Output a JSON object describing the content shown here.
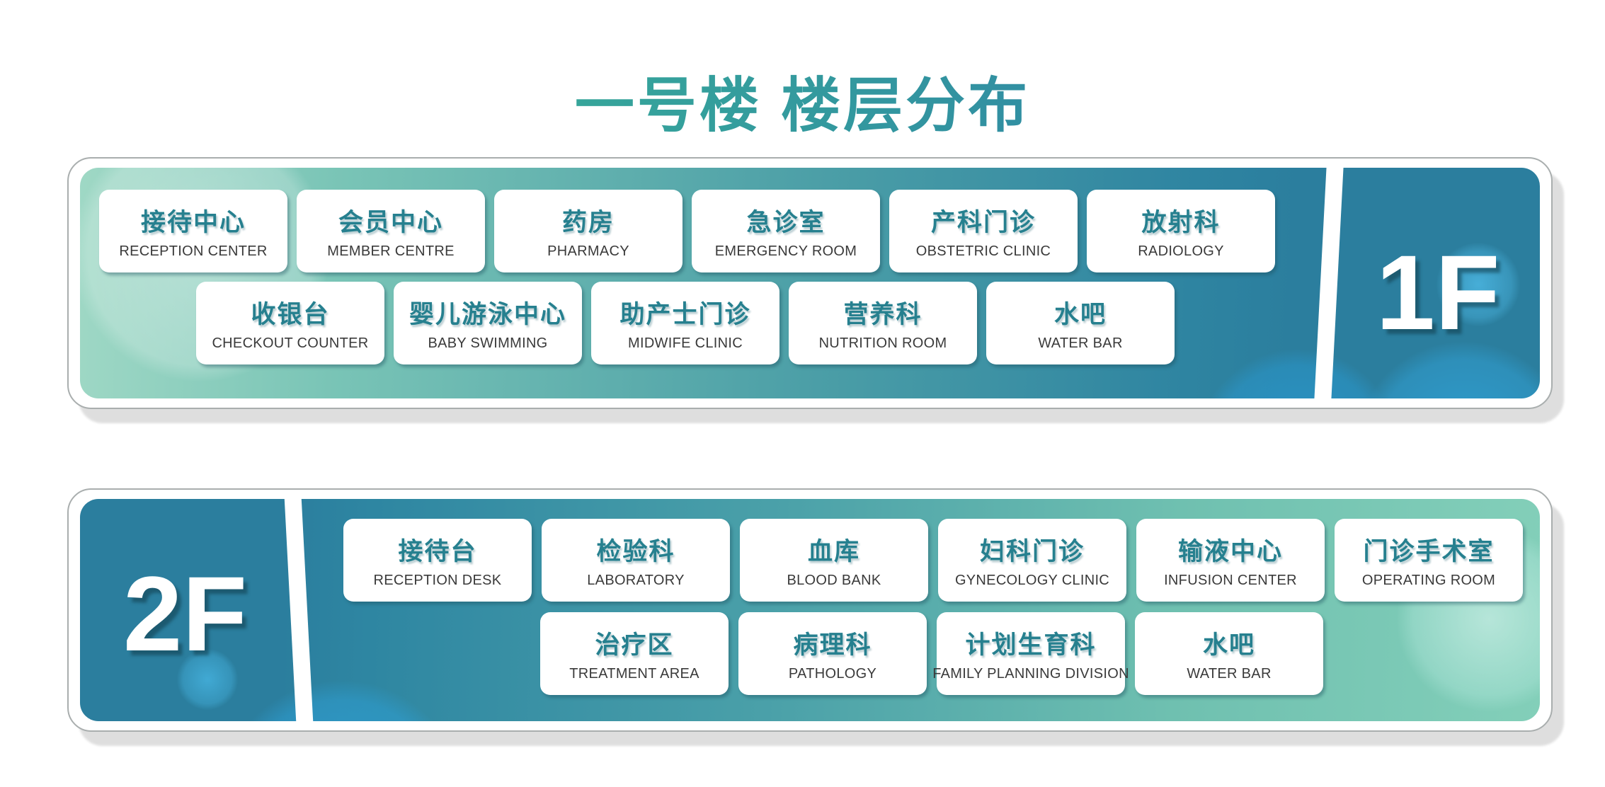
{
  "title": "一号楼 楼层分布",
  "colors": {
    "title_gradient_start": "#3ab993",
    "title_gradient_end": "#2d7ba9",
    "floor_block": "#2b7e9e",
    "panel_gradient_light_mint": "#9fd8c5",
    "panel_gradient_dark_teal": "#2b7e9e",
    "decor_blob_blue": "#2f9fd0",
    "card_background": "#ffffff",
    "card_zh_text": "#26808f",
    "card_en_text": "#3a3a3a",
    "floor_label_text": "#ffffff"
  },
  "floors": [
    {
      "label": "1F",
      "rows": [
        [
          {
            "zh": "接待中心",
            "en": "RECEPTION CENTER"
          },
          {
            "zh": "会员中心",
            "en": "MEMBER CENTRE"
          },
          {
            "zh": "药房",
            "en": "PHARMACY"
          },
          {
            "zh": "急诊室",
            "en": "EMERGENCY ROOM"
          },
          {
            "zh": "产科门诊",
            "en": "OBSTETRIC CLINIC"
          },
          {
            "zh": "放射科",
            "en": "RADIOLOGY"
          }
        ],
        [
          {
            "zh": "收银台",
            "en": "CHECKOUT COUNTER"
          },
          {
            "zh": "婴儿游泳中心",
            "en": "BABY SWIMMING"
          },
          {
            "zh": "助产士门诊",
            "en": "MIDWIFE CLINIC"
          },
          {
            "zh": "营养科",
            "en": "NUTRITION ROOM"
          },
          {
            "zh": "水吧",
            "en": "WATER BAR"
          }
        ]
      ]
    },
    {
      "label": "2F",
      "rows": [
        [
          {
            "zh": "接待台",
            "en": "RECEPTION DESK"
          },
          {
            "zh": "检验科",
            "en": "LABORATORY"
          },
          {
            "zh": "血库",
            "en": "BLOOD BANK"
          },
          {
            "zh": "妇科门诊",
            "en": "GYNECOLOGY CLINIC"
          },
          {
            "zh": "输液中心",
            "en": "INFUSION CENTER"
          },
          {
            "zh": "门诊手术室",
            "en": "OPERATING ROOM"
          }
        ],
        [
          {
            "zh": "治疗区",
            "en": "TREATMENT AREA"
          },
          {
            "zh": "病理科",
            "en": "PATHOLOGY"
          },
          {
            "zh": "计划生育科",
            "en": "FAMILY PLANNING DIVISION"
          },
          {
            "zh": "水吧",
            "en": "WATER BAR"
          }
        ]
      ]
    }
  ]
}
